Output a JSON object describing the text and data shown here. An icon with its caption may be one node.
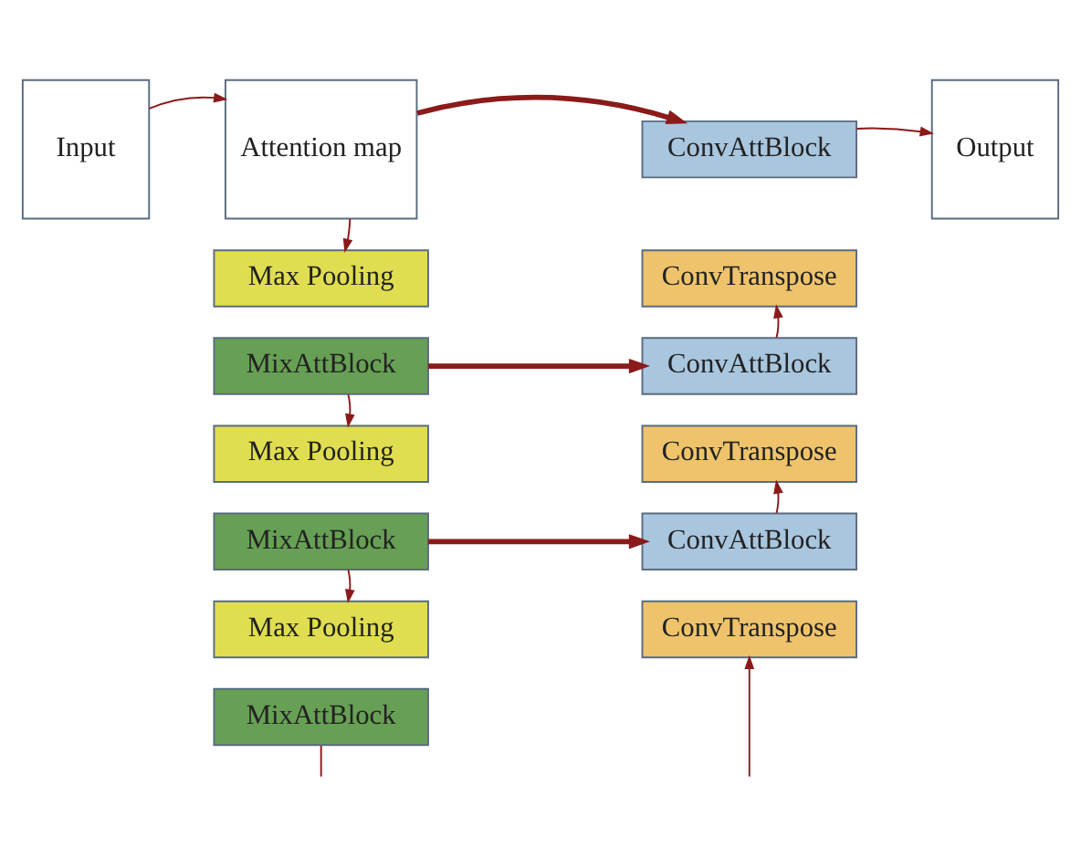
{
  "diagram": {
    "nodes": [
      {
        "text": [
          "Input"
        ]
      },
      {
        "text": [
          "Attention map"
        ]
      },
      {
        "text": [
          "Max Pooling"
        ]
      },
      {
        "text": [
          "MixAttBlock"
        ]
      },
      {
        "text": [
          "Max Pooling"
        ]
      },
      {
        "text": [
          "MixAttBlock"
        ]
      },
      {
        "text": [
          "Max Pooling"
        ]
      },
      {
        "text": [
          "MixAttBlock"
        ]
      },
      {
        "text": [
          "ConvAttBlock"
        ]
      },
      {
        "text": [
          "ConvTranspose"
        ]
      },
      {
        "text": [
          "ConvAttBlock"
        ]
      },
      {
        "text": [
          "ConvTranspose"
        ]
      },
      {
        "text": [
          "ConvAttBlock"
        ]
      },
      {
        "text": [
          "ConvTranspose"
        ]
      },
      {
        "text": [
          "Output"
        ]
      }
    ],
    "edges": [
      {
        "from": 0,
        "to": 1,
        "arrow": "to"
      },
      {
        "from": 1,
        "to": 8,
        "arrow": "to",
        "style": "thick"
      },
      {
        "from": 1,
        "to": 2,
        "arrow": "to"
      },
      {
        "from": 3,
        "to": 10,
        "arrow": "to",
        "style": "thick"
      },
      {
        "from": 3,
        "to": 4,
        "arrow": "to"
      },
      {
        "from": 5,
        "to": 12,
        "arrow": "to",
        "style": "thick"
      },
      {
        "from": 5,
        "to": 6,
        "arrow": "to"
      },
      {
        "from": 7,
        "to": null,
        "arrow": "none"
      },
      {
        "from": null,
        "to": 13,
        "arrow": "to"
      },
      {
        "from": 12,
        "to": 11,
        "arrow": "to"
      },
      {
        "from": 10,
        "to": 9,
        "arrow": "to"
      },
      {
        "from": 8,
        "to": 14,
        "arrow": "to"
      }
    ]
  }
}
